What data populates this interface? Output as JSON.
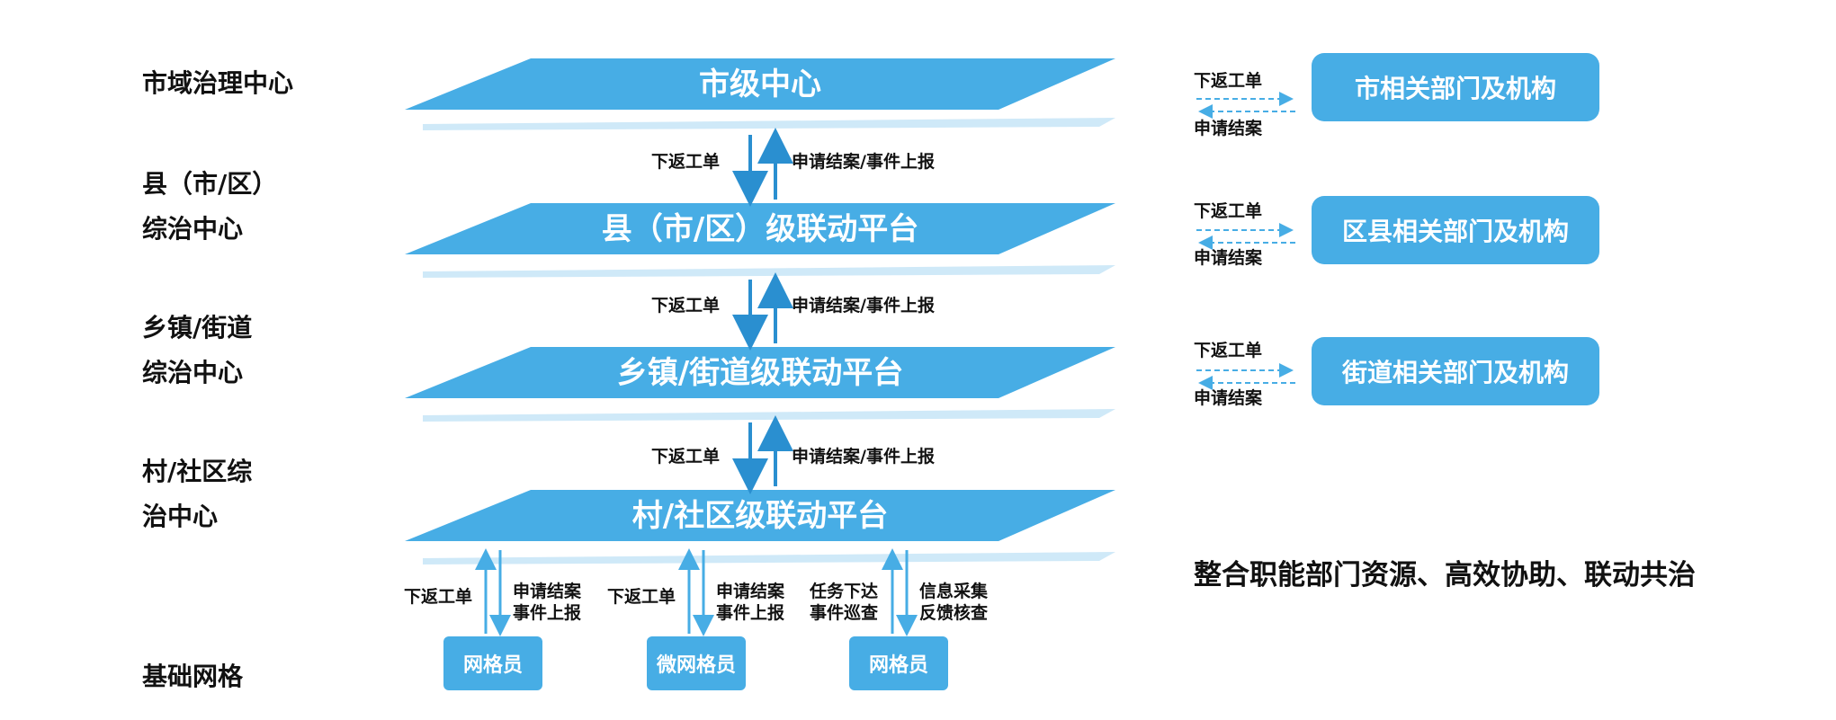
{
  "colors": {
    "platform": "#47ade5",
    "shadow": "#cfe9f8",
    "arrow": "#2a8fd0",
    "box": "#47ade5"
  },
  "levels": [
    {
      "lines": [
        "市域治理中心"
      ]
    },
    {
      "lines": [
        "县（市/区）",
        "综治中心"
      ]
    },
    {
      "lines": [
        "乡镇/街道",
        "综治中心"
      ]
    },
    {
      "lines": [
        "村/社区综",
        "治中心"
      ]
    },
    {
      "lines": [
        "基础网格"
      ]
    }
  ],
  "platforms": [
    "市级中心",
    "县（市/区）级联动平台",
    "乡镇/街道级联动平台",
    "村/社区级联动平台"
  ],
  "flow": {
    "down_label": "下返工单",
    "up_label": "申请结案/事件上报"
  },
  "departments": [
    {
      "name": "市相关部门及机构",
      "send_label": "下返工单",
      "return_label": "申请结案"
    },
    {
      "name": "区县相关部门及机构",
      "send_label": "下返工单",
      "return_label": "申请结案"
    },
    {
      "name": "街道相关部门及机构",
      "send_label": "下返工单",
      "return_label": "申请结案"
    }
  ],
  "grid_units": [
    {
      "name": "网格员",
      "left_label": [
        "下返工单"
      ],
      "right_label": [
        "申请结案",
        "事件上报"
      ]
    },
    {
      "name": "微网格员",
      "left_label": [
        "下返工单"
      ],
      "right_label": [
        "申请结案",
        "事件上报"
      ]
    },
    {
      "name": "网格员",
      "left_label": [
        "任务下达",
        "事件巡查"
      ],
      "right_label": [
        "信息采集",
        "反馈核查"
      ]
    }
  ],
  "slogan": "整合职能部门资源、高效协助、联动共治"
}
